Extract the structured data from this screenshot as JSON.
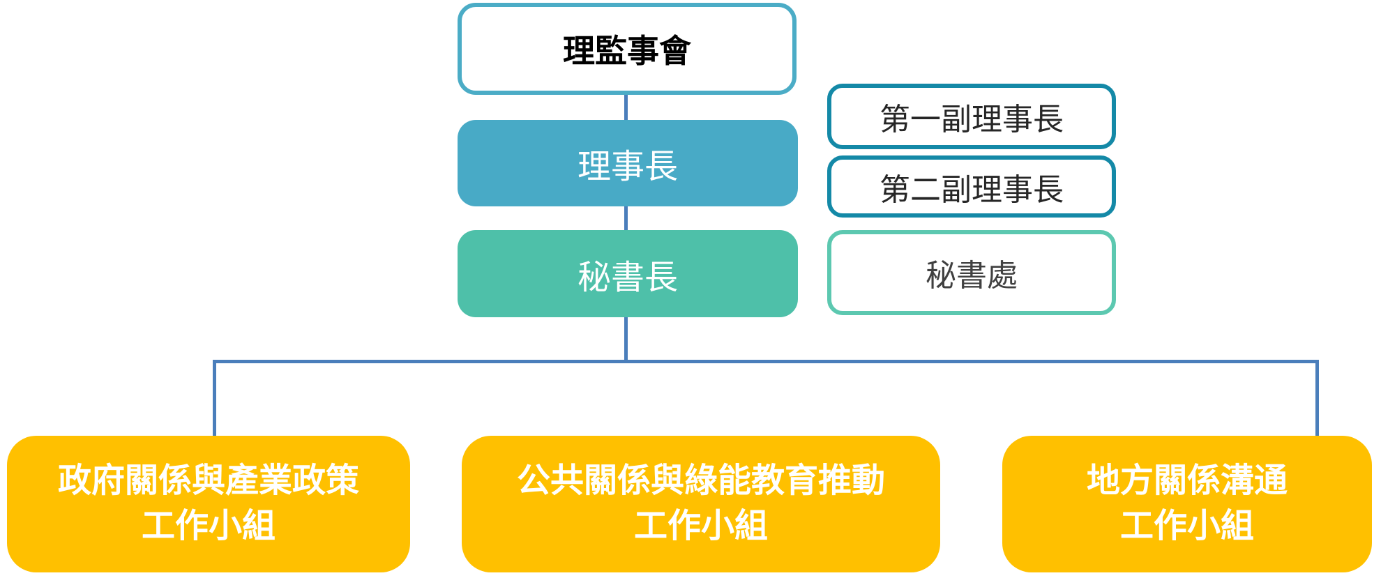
{
  "colors": {
    "teal": "#4BACC6",
    "tealFill": "#48AAC6",
    "darkCyan": "#1489A7",
    "greenFill": "#4EC0A9",
    "greenBorder": "#5CC8B0",
    "gold": "#FFC000",
    "connector": "#4A7EBB",
    "textDark": "#262626",
    "textGray": "#404040"
  },
  "org_chart": {
    "board": {
      "label": "理監事會"
    },
    "chairman": {
      "label": "理事長"
    },
    "vice_chairs": [
      {
        "label": "第一副理事長"
      },
      {
        "label": "第二副理事長"
      }
    ],
    "secretary_general": {
      "label": "秘書長"
    },
    "secretariat": {
      "label": "秘書處"
    },
    "working_groups": [
      {
        "line1": "政府關係與產業政策",
        "line2": "工作小組"
      },
      {
        "line1": "公共關係與綠能教育推動",
        "line2": "工作小組"
      },
      {
        "line1": "地方關係溝通",
        "line2": "工作小組"
      }
    ]
  }
}
